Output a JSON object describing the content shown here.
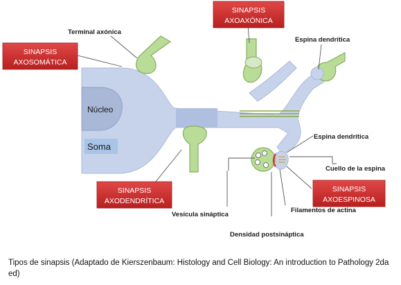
{
  "labels": {
    "terminal_axonica": "Terminal axónica",
    "espina_dendritica_top": "Espina dendrítica",
    "espina_dendritica_mid": "Espina dendrítica",
    "cuello_espina": "Cuello de la espina",
    "filamentos_actina": "Filamentos de actina",
    "vesicula_sinaptica": "Vesícula sináptica",
    "densidad_postsinaptica": "Densidad postsináptica",
    "nucleo": "Núcleo",
    "soma": "Soma"
  },
  "boxes": {
    "axosomatica": [
      "SINAPSIS",
      "AXOSOMÁTICA"
    ],
    "axoaxonica": [
      "SINAPSIS",
      "AXOAXÓNICA"
    ],
    "axodendritica": [
      "SINAPSIS",
      "AXODENDRÍTICA"
    ],
    "axoespinosa": [
      "SINAPSIS",
      "AXOESPINOSA"
    ]
  },
  "caption": "Tipos de sinapsis (Adaptado de Kierszenbaum: Histology and Cell Biology: An introduction to Pathology 2da ed)",
  "colors": {
    "neuron_fill": "#c7d3ea",
    "neuron_dark": "#aebfdf",
    "terminal_fill": "#b9dc96",
    "terminal_stroke": "#86ad63",
    "box_fill": "#cf2b2b",
    "line": "#555555"
  }
}
